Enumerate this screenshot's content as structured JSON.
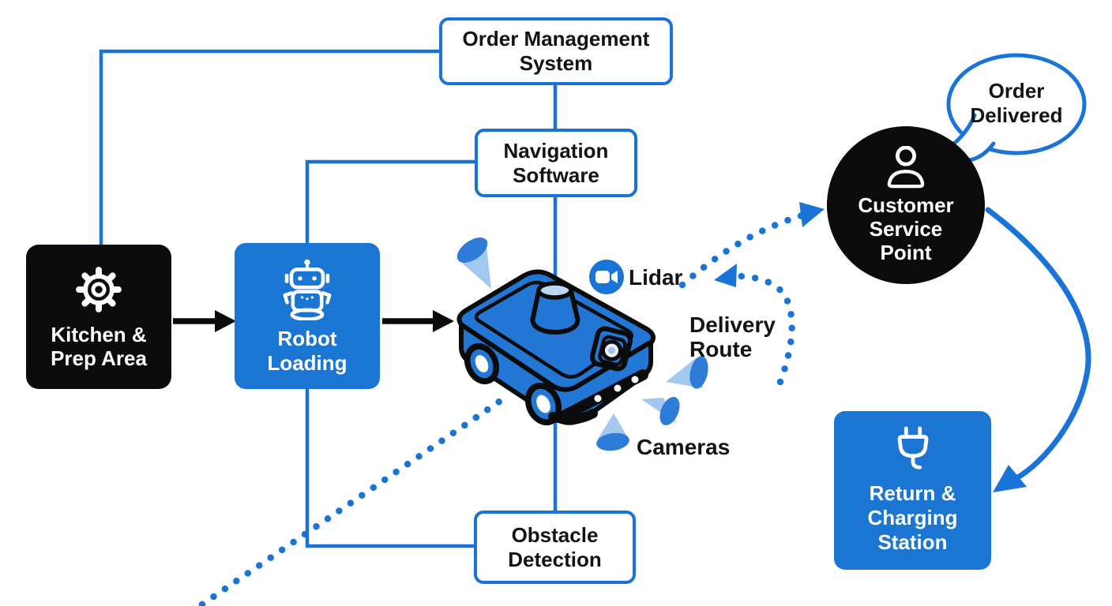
{
  "diagram": {
    "nodes": {
      "order_management_system": {
        "label": "Order Management System"
      },
      "navigation_software": {
        "label": "Navigation Software"
      },
      "kitchen_prep_area": {
        "label": "Kitchen & Prep Area",
        "icon": "gear-icon"
      },
      "robot_loading": {
        "label": "Robot Loading",
        "icon": "robot-icon"
      },
      "obstacle_detection": {
        "label": "Obstacle Detection"
      },
      "customer_service_point": {
        "label": "Customer Service Point",
        "icon": "person-icon"
      },
      "return_charging_station": {
        "label": "Return & Charging Station",
        "icon": "plug-icon"
      }
    },
    "callouts": {
      "order_delivered": {
        "label": "Order Delivered"
      }
    },
    "annotations": {
      "lidar": {
        "label": "Lidar",
        "icon": "video-camera-icon"
      },
      "delivery_route": {
        "label": "Delivery Route"
      },
      "cameras": {
        "label": "Cameras"
      }
    },
    "colors": {
      "primary_blue": "#1a73d6",
      "box_blue": "#1b76d3",
      "robot_body": "#2277d4",
      "ink": "#0b0b0b",
      "cone_light": "#a3c8f0",
      "cone_dark": "#2e7cd8"
    }
  }
}
